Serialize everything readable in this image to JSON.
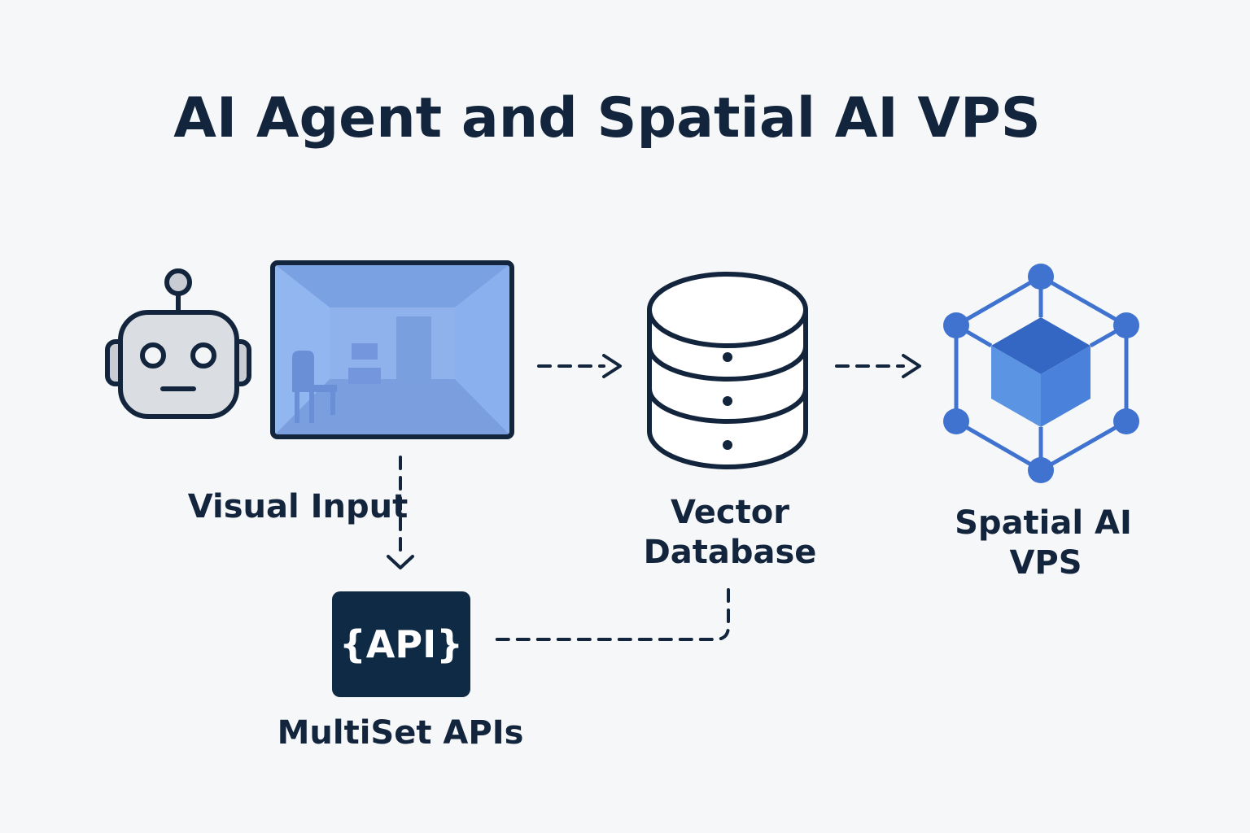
{
  "title": "AI Agent and Spatial AI VPS",
  "nodes": {
    "visual_input": {
      "label": "Visual Input"
    },
    "vector_database": {
      "label_lines": [
        "Vector",
        "Database"
      ]
    },
    "spatial_ai_vps": {
      "label_lines": [
        "Spatial AI",
        "VPS"
      ]
    },
    "multiset_apis": {
      "label": "MultiSet APIs",
      "badge_text": "{API}"
    }
  },
  "icons": [
    "robot-icon",
    "room-icon",
    "database-icon",
    "cube-network-icon",
    "api-icon"
  ],
  "colors": {
    "text": "#13243d",
    "background": "#f6f7f8",
    "accent_blue": "#3f73cf",
    "room_fill": "#8fb1ec",
    "api_badge": "#0e2a45"
  }
}
